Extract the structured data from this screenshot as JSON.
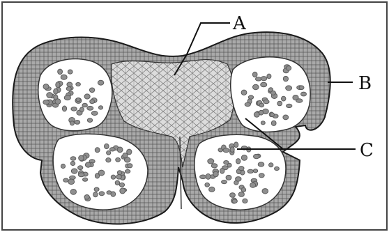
{
  "labels": {
    "a": "A",
    "b": "B",
    "c": "C"
  },
  "colors": {
    "ink": "#1a1a1a",
    "wall": "#9a9a9a",
    "tissue": "#d6d6d6",
    "cavity": "#ffffff",
    "grain": "#5c5c5c",
    "frame": "#444444"
  }
}
